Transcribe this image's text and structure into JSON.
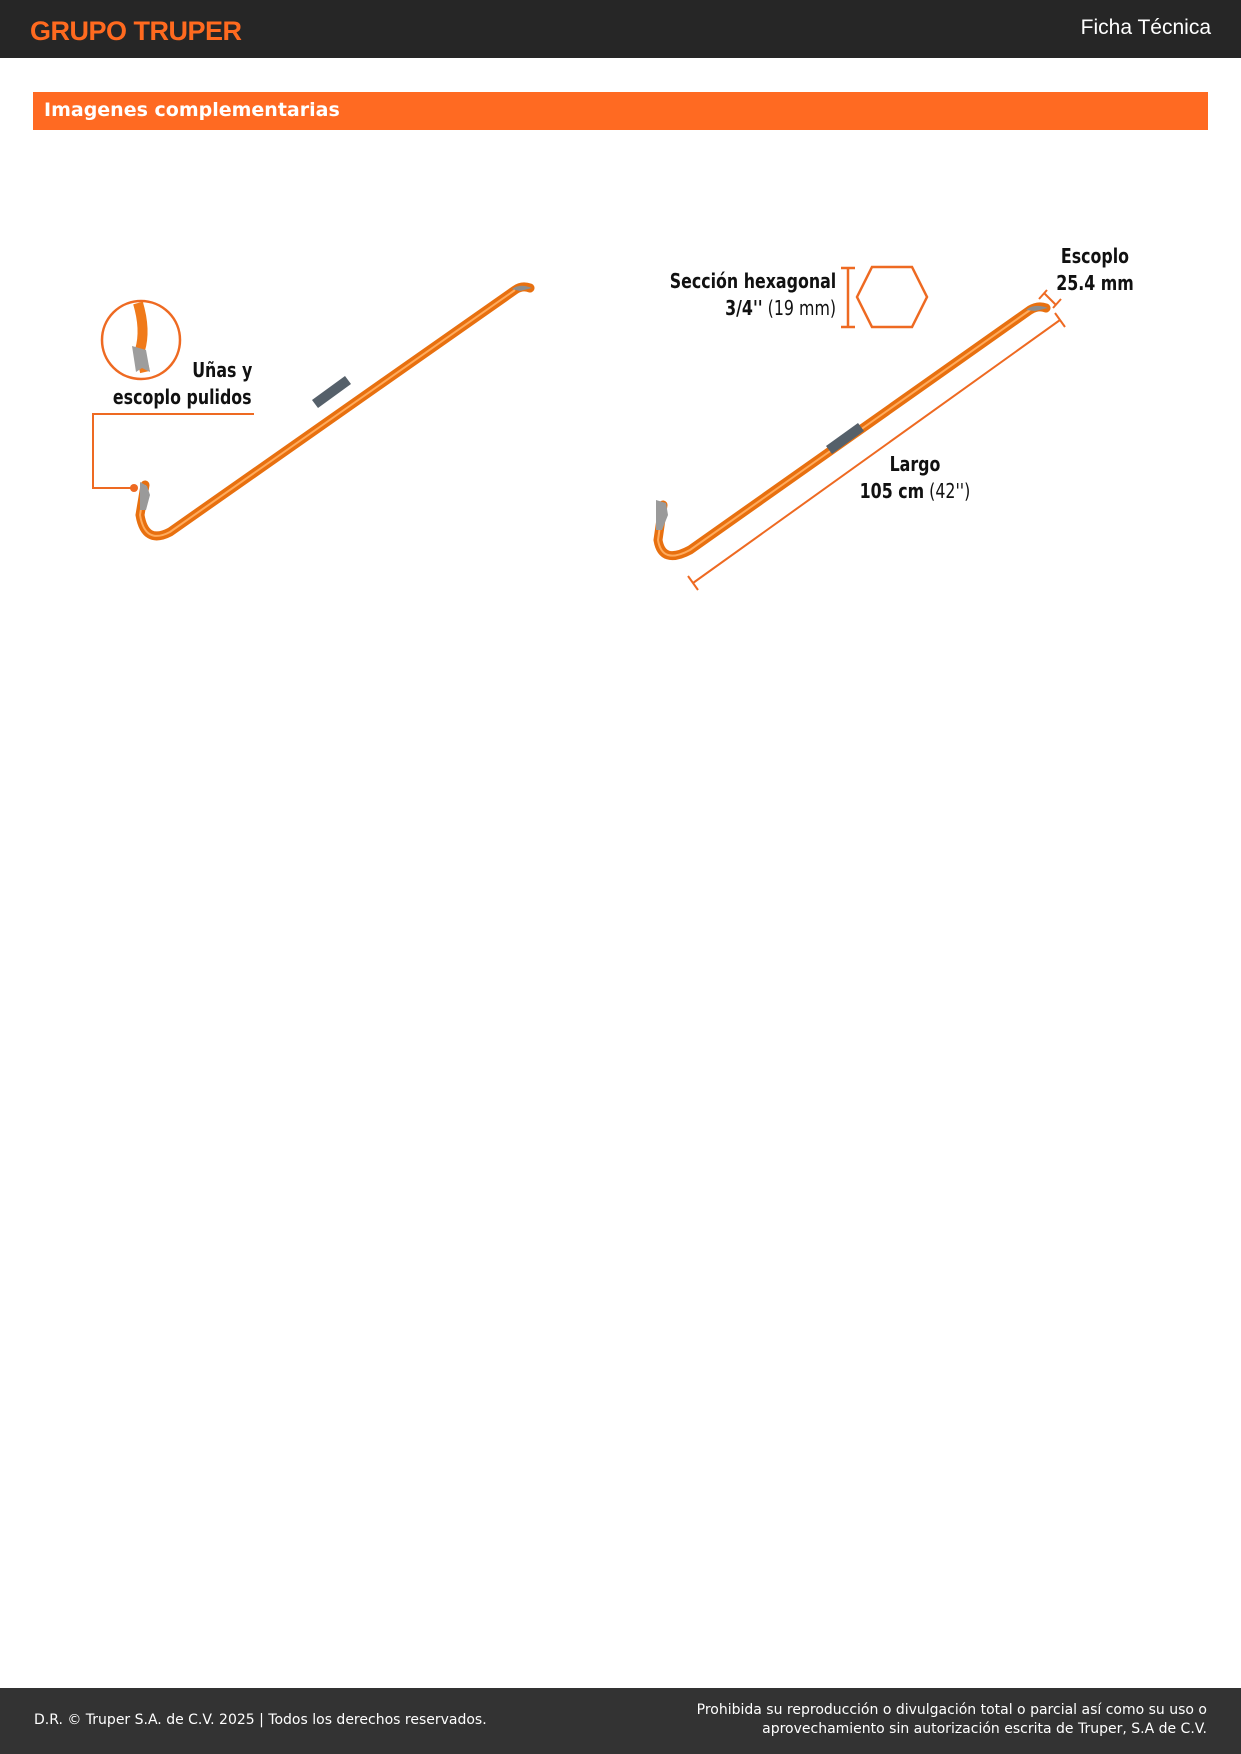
{
  "header": {
    "logo": "GRUPO TRUPER",
    "title": "Ficha Técnica"
  },
  "section": {
    "title": "Imagenes complementarias"
  },
  "figure_left": {
    "label_line1": "Uñas y",
    "label_line2": "escoplo pulidos"
  },
  "figure_right": {
    "hex_label_line1": "Sección hexagonal",
    "hex_label_size": "3/4''",
    "hex_label_metric": "(19 mm)",
    "escoplo_label": "Escoplo",
    "escoplo_value": "25.4 mm",
    "largo_label": "Largo",
    "largo_value": "105 cm",
    "largo_imperial": "(42'')"
  },
  "colors": {
    "accent": "#ff6a22",
    "header_bg": "#262626",
    "footer_bg": "#333333"
  },
  "footer": {
    "copyright": "D.R. © Truper S.A. de C.V. 2025 | Todos los derechos reservados.",
    "notice_line1": "Prohibida su reproducción o divulgación total o parcial así como su uso o",
    "notice_line2": "aprovechamiento sin autorización escrita de Truper, S.A de C.V."
  }
}
